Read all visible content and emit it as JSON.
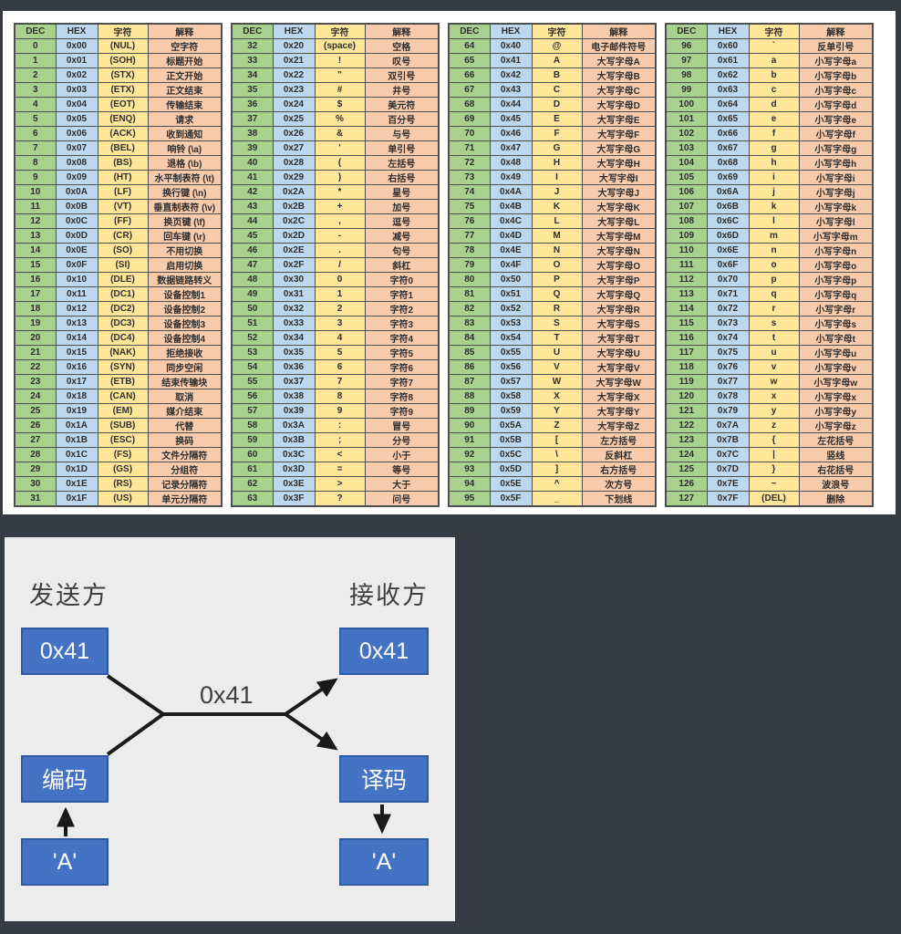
{
  "ascii_table": {
    "headers": [
      "DEC",
      "HEX",
      "字符",
      "解释"
    ],
    "colors": {
      "dec": "#A9D18E",
      "hex": "#BDD7EE",
      "char": "#FFE699",
      "desc": "#F8CBAD",
      "border": "#4f4f4f",
      "panel": "#ffffff"
    },
    "rows": [
      [
        0,
        "0x00",
        "(NUL)",
        "空字符"
      ],
      [
        1,
        "0x01",
        "(SOH)",
        "标题开始"
      ],
      [
        2,
        "0x02",
        "(STX)",
        "正文开始"
      ],
      [
        3,
        "0x03",
        "(ETX)",
        "正文结束"
      ],
      [
        4,
        "0x04",
        "(EOT)",
        "传输结束"
      ],
      [
        5,
        "0x05",
        "(ENQ)",
        "请求"
      ],
      [
        6,
        "0x06",
        "(ACK)",
        "收到通知"
      ],
      [
        7,
        "0x07",
        "(BEL)",
        "响铃 (\\a)"
      ],
      [
        8,
        "0x08",
        "(BS)",
        "退格 (\\b)"
      ],
      [
        9,
        "0x09",
        "(HT)",
        "水平制表符 (\\t)"
      ],
      [
        10,
        "0x0A",
        "(LF)",
        "换行键 (\\n)"
      ],
      [
        11,
        "0x0B",
        "(VT)",
        "垂直制表符 (\\v)"
      ],
      [
        12,
        "0x0C",
        "(FF)",
        "换页键 (\\f)"
      ],
      [
        13,
        "0x0D",
        "(CR)",
        "回车键 (\\r)"
      ],
      [
        14,
        "0x0E",
        "(SO)",
        "不用切换"
      ],
      [
        15,
        "0x0F",
        "(SI)",
        "启用切换"
      ],
      [
        16,
        "0x10",
        "(DLE)",
        "数据链路转义"
      ],
      [
        17,
        "0x11",
        "(DC1)",
        "设备控制1"
      ],
      [
        18,
        "0x12",
        "(DC2)",
        "设备控制2"
      ],
      [
        19,
        "0x13",
        "(DC3)",
        "设备控制3"
      ],
      [
        20,
        "0x14",
        "(DC4)",
        "设备控制4"
      ],
      [
        21,
        "0x15",
        "(NAK)",
        "拒绝接收"
      ],
      [
        22,
        "0x16",
        "(SYN)",
        "同步空闲"
      ],
      [
        23,
        "0x17",
        "(ETB)",
        "结束传输块"
      ],
      [
        24,
        "0x18",
        "(CAN)",
        "取消"
      ],
      [
        25,
        "0x19",
        "(EM)",
        "媒介结束"
      ],
      [
        26,
        "0x1A",
        "(SUB)",
        "代替"
      ],
      [
        27,
        "0x1B",
        "(ESC)",
        "换码"
      ],
      [
        28,
        "0x1C",
        "(FS)",
        "文件分隔符"
      ],
      [
        29,
        "0x1D",
        "(GS)",
        "分组符"
      ],
      [
        30,
        "0x1E",
        "(RS)",
        "记录分隔符"
      ],
      [
        31,
        "0x1F",
        "(US)",
        "单元分隔符"
      ],
      [
        32,
        "0x20",
        "(space)",
        "空格"
      ],
      [
        33,
        "0x21",
        "!",
        "叹号"
      ],
      [
        34,
        "0x22",
        "\"",
        "双引号"
      ],
      [
        35,
        "0x23",
        "#",
        "井号"
      ],
      [
        36,
        "0x24",
        "$",
        "美元符"
      ],
      [
        37,
        "0x25",
        "%",
        "百分号"
      ],
      [
        38,
        "0x26",
        "&",
        "与号"
      ],
      [
        39,
        "0x27",
        "'",
        "单引号"
      ],
      [
        40,
        "0x28",
        "(",
        "左括号"
      ],
      [
        41,
        "0x29",
        ")",
        "右括号"
      ],
      [
        42,
        "0x2A",
        "*",
        "星号"
      ],
      [
        43,
        "0x2B",
        "+",
        "加号"
      ],
      [
        44,
        "0x2C",
        ",",
        "逗号"
      ],
      [
        45,
        "0x2D",
        "-",
        "减号"
      ],
      [
        46,
        "0x2E",
        ".",
        "句号"
      ],
      [
        47,
        "0x2F",
        "/",
        "斜杠"
      ],
      [
        48,
        "0x30",
        "0",
        "字符0"
      ],
      [
        49,
        "0x31",
        "1",
        "字符1"
      ],
      [
        50,
        "0x32",
        "2",
        "字符2"
      ],
      [
        51,
        "0x33",
        "3",
        "字符3"
      ],
      [
        52,
        "0x34",
        "4",
        "字符4"
      ],
      [
        53,
        "0x35",
        "5",
        "字符5"
      ],
      [
        54,
        "0x36",
        "6",
        "字符6"
      ],
      [
        55,
        "0x37",
        "7",
        "字符7"
      ],
      [
        56,
        "0x38",
        "8",
        "字符8"
      ],
      [
        57,
        "0x39",
        "9",
        "字符9"
      ],
      [
        58,
        "0x3A",
        ":",
        "冒号"
      ],
      [
        59,
        "0x3B",
        ";",
        "分号"
      ],
      [
        60,
        "0x3C",
        "<",
        "小于"
      ],
      [
        61,
        "0x3D",
        "=",
        "等号"
      ],
      [
        62,
        "0x3E",
        ">",
        "大于"
      ],
      [
        63,
        "0x3F",
        "?",
        "问号"
      ],
      [
        64,
        "0x40",
        "@",
        "电子邮件符号"
      ],
      [
        65,
        "0x41",
        "A",
        "大写字母A"
      ],
      [
        66,
        "0x42",
        "B",
        "大写字母B"
      ],
      [
        67,
        "0x43",
        "C",
        "大写字母C"
      ],
      [
        68,
        "0x44",
        "D",
        "大写字母D"
      ],
      [
        69,
        "0x45",
        "E",
        "大写字母E"
      ],
      [
        70,
        "0x46",
        "F",
        "大写字母F"
      ],
      [
        71,
        "0x47",
        "G",
        "大写字母G"
      ],
      [
        72,
        "0x48",
        "H",
        "大写字母H"
      ],
      [
        73,
        "0x49",
        "I",
        "大写字母I"
      ],
      [
        74,
        "0x4A",
        "J",
        "大写字母J"
      ],
      [
        75,
        "0x4B",
        "K",
        "大写字母K"
      ],
      [
        76,
        "0x4C",
        "L",
        "大写字母L"
      ],
      [
        77,
        "0x4D",
        "M",
        "大写字母M"
      ],
      [
        78,
        "0x4E",
        "N",
        "大写字母N"
      ],
      [
        79,
        "0x4F",
        "O",
        "大写字母O"
      ],
      [
        80,
        "0x50",
        "P",
        "大写字母P"
      ],
      [
        81,
        "0x51",
        "Q",
        "大写字母Q"
      ],
      [
        82,
        "0x52",
        "R",
        "大写字母R"
      ],
      [
        83,
        "0x53",
        "S",
        "大写字母S"
      ],
      [
        84,
        "0x54",
        "T",
        "大写字母T"
      ],
      [
        85,
        "0x55",
        "U",
        "大写字母U"
      ],
      [
        86,
        "0x56",
        "V",
        "大写字母V"
      ],
      [
        87,
        "0x57",
        "W",
        "大写字母W"
      ],
      [
        88,
        "0x58",
        "X",
        "大写字母X"
      ],
      [
        89,
        "0x59",
        "Y",
        "大写字母Y"
      ],
      [
        90,
        "0x5A",
        "Z",
        "大写字母Z"
      ],
      [
        91,
        "0x5B",
        "[",
        "左方括号"
      ],
      [
        92,
        "0x5C",
        "\\",
        "反斜杠"
      ],
      [
        93,
        "0x5D",
        "]",
        "右方括号"
      ],
      [
        94,
        "0x5E",
        "^",
        "次方号"
      ],
      [
        95,
        "0x5F",
        "_",
        "下划线"
      ],
      [
        96,
        "0x60",
        "`",
        "反单引号"
      ],
      [
        97,
        "0x61",
        "a",
        "小写字母a"
      ],
      [
        98,
        "0x62",
        "b",
        "小写字母b"
      ],
      [
        99,
        "0x63",
        "c",
        "小写字母c"
      ],
      [
        100,
        "0x64",
        "d",
        "小写字母d"
      ],
      [
        101,
        "0x65",
        "e",
        "小写字母e"
      ],
      [
        102,
        "0x66",
        "f",
        "小写字母f"
      ],
      [
        103,
        "0x67",
        "g",
        "小写字母g"
      ],
      [
        104,
        "0x68",
        "h",
        "小写字母h"
      ],
      [
        105,
        "0x69",
        "i",
        "小写字母i"
      ],
      [
        106,
        "0x6A",
        "j",
        "小写字母j"
      ],
      [
        107,
        "0x6B",
        "k",
        "小写字母k"
      ],
      [
        108,
        "0x6C",
        "l",
        "小写字母l"
      ],
      [
        109,
        "0x6D",
        "m",
        "小写字母m"
      ],
      [
        110,
        "0x6E",
        "n",
        "小写字母n"
      ],
      [
        111,
        "0x6F",
        "o",
        "小写字母o"
      ],
      [
        112,
        "0x70",
        "p",
        "小写字母p"
      ],
      [
        113,
        "0x71",
        "q",
        "小写字母q"
      ],
      [
        114,
        "0x72",
        "r",
        "小写字母r"
      ],
      [
        115,
        "0x73",
        "s",
        "小写字母s"
      ],
      [
        116,
        "0x74",
        "t",
        "小写字母t"
      ],
      [
        117,
        "0x75",
        "u",
        "小写字母u"
      ],
      [
        118,
        "0x76",
        "v",
        "小写字母v"
      ],
      [
        119,
        "0x77",
        "w",
        "小写字母w"
      ],
      [
        120,
        "0x78",
        "x",
        "小写字母x"
      ],
      [
        121,
        "0x79",
        "y",
        "小写字母y"
      ],
      [
        122,
        "0x7A",
        "z",
        "小写字母z"
      ],
      [
        123,
        "0x7B",
        "{",
        "左花括号"
      ],
      [
        124,
        "0x7C",
        "|",
        "竖线"
      ],
      [
        125,
        "0x7D",
        "}",
        "右花括号"
      ],
      [
        126,
        "0x7E",
        "~",
        "波浪号"
      ],
      [
        127,
        "0x7F",
        "(DEL)",
        "删除"
      ]
    ]
  },
  "diagram": {
    "panel_bg": "#ECECEC",
    "box_color": "#4472C4",
    "box_border": "#2E5AA3",
    "arrow_color": "#1a1a1a",
    "sender_label": "发送方",
    "receiver_label": "接收方",
    "channel_label": "0x41",
    "sender": {
      "top_box": "0x41",
      "mid_box": "编码",
      "bottom_box": "'A'"
    },
    "receiver": {
      "top_box": "0x41",
      "mid_box": "译码",
      "bottom_box": "'A'"
    }
  }
}
